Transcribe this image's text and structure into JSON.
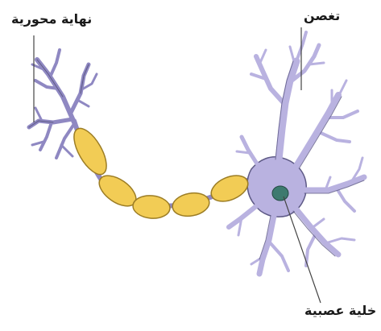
{
  "labels": {
    "axon_terminal": "نهاية محورية",
    "dendrite": "تغصن",
    "nerve_cell": "خلية عصبية"
  },
  "colors": {
    "neuron_body": "#b9b2e0",
    "neuron_outline": "#5e5a86",
    "myelin_fill": "#f2cc55",
    "myelin_outline": "#9c7d25",
    "nucleus": "#3d7a6f",
    "leader_line": "#444444"
  }
}
